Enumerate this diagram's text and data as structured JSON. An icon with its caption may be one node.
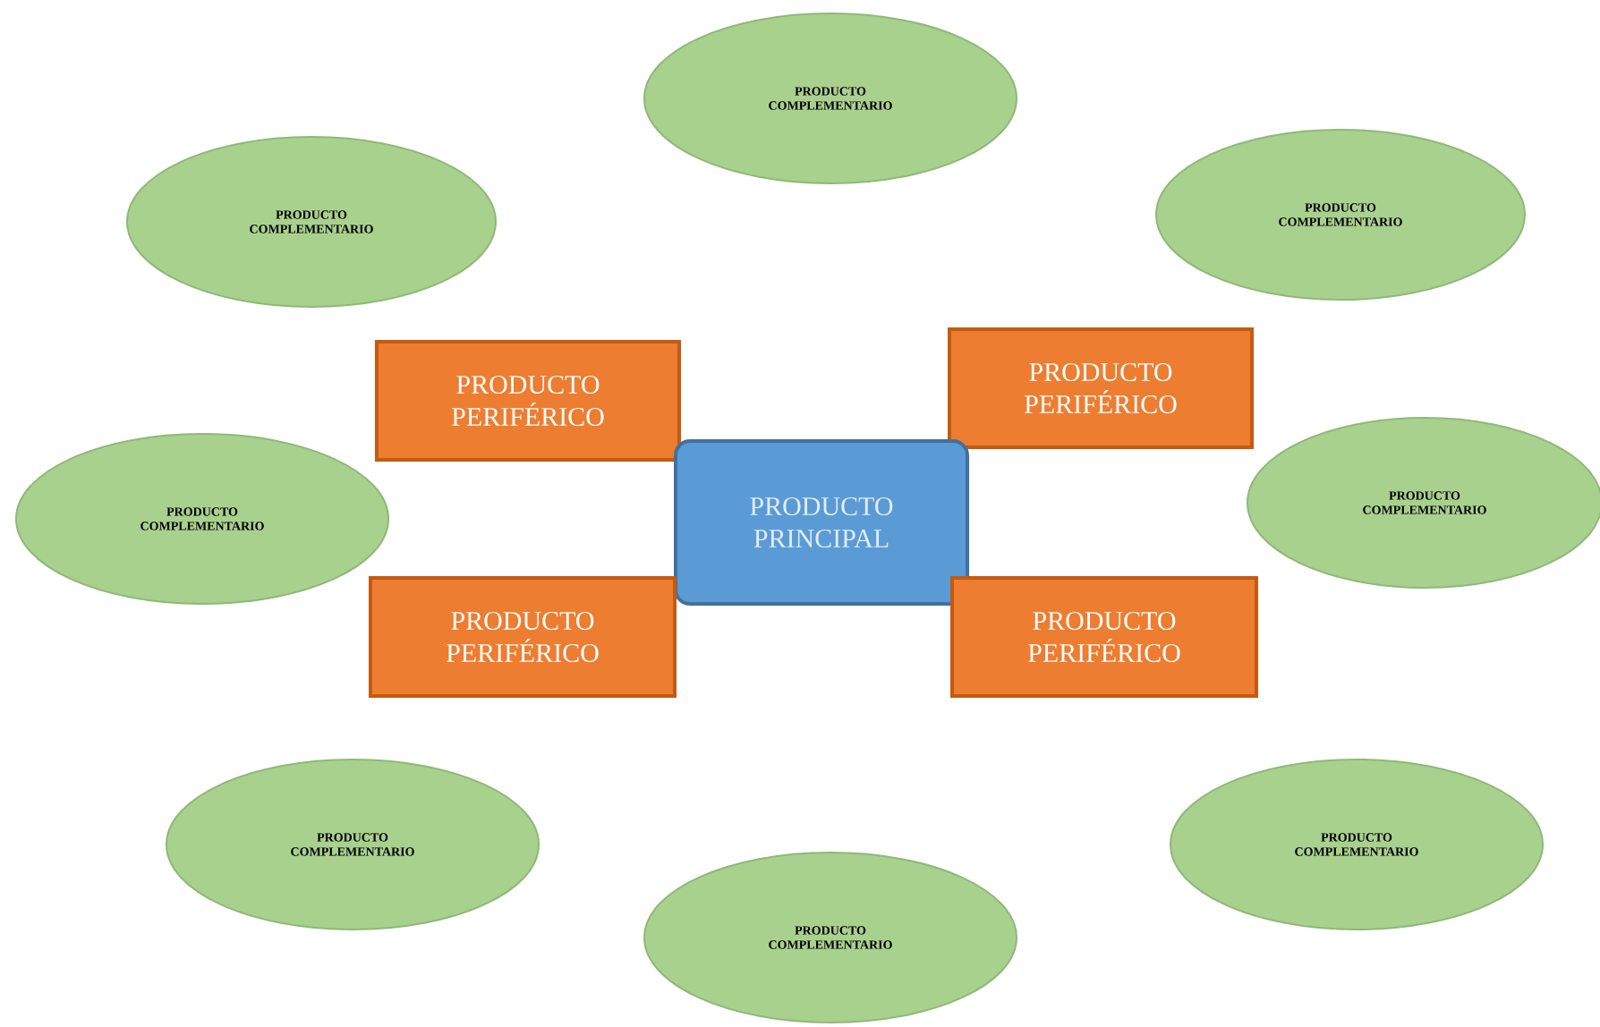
{
  "diagram": {
    "nodes": [
      {
        "text": [
          "PRODUCTO COMPLEMENTARIO"
        ]
      },
      {
        "text": [
          "PRODUCTO COMPLEMENTARIO"
        ]
      },
      {
        "text": [
          "PRODUCTO COMPLEMENTARIO"
        ]
      },
      {
        "text": [
          "PRODUCTO PERIFÉRICO"
        ]
      },
      {
        "text": [
          "PRODUCTO PERIFÉRICO"
        ]
      },
      {
        "text": [
          "PRODUCTO COMPLEMENTARIO"
        ]
      },
      {
        "text": [
          "PRODUCTO PRINCIPAL"
        ]
      },
      {
        "text": [
          "PRODUCTO COMPLEMENTARIO"
        ]
      },
      {
        "text": [
          "PRODUCTO PERIFÉRICO"
        ]
      },
      {
        "text": [
          "PRODUCTO PERIFÉRICO"
        ]
      },
      {
        "text": [
          "PRODUCTO COMPLEMENTARIO"
        ]
      },
      {
        "text": [
          "PRODUCTO COMPLEMENTARIO"
        ]
      },
      {
        "text": [
          "PRODUCTO COMPLEMENTARIO"
        ]
      }
    ]
  }
}
